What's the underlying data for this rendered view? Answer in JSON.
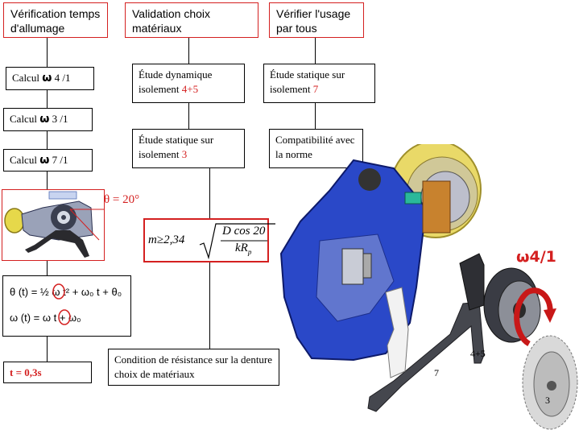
{
  "headers": {
    "col1": "Vérification temps d'allumage",
    "col2": "Validation choix matériaux",
    "col3": "Vérifier l'usage par tous"
  },
  "col1": {
    "calc1_prefix": "Calcul",
    "calc1_symbol": "ω",
    "calc1_suffix": "4 /1",
    "calc2_prefix": "Calcul",
    "calc2_symbol": "ω",
    "calc2_suffix": "3 /1",
    "calc3_prefix": "Calcul",
    "calc3_symbol": "ω",
    "calc3_suffix": "7 /1",
    "theta_label": "θ = 20°",
    "eq1": "θ (t) = ½ ω t² + ω₀ t + θ₀",
    "eq2": "ω (t) = ω t + ω₀",
    "result": "t = 0,3s"
  },
  "col2": {
    "dyn_line1": "Étude dynamique",
    "dyn_line2_prefix": "isolement",
    "dyn_line2_num": "4+5",
    "stat_line1": "Étude statique sur",
    "stat_line2_prefix": "isolement",
    "stat_line2_num": "3",
    "formula_left": "m≥2,34",
    "formula_num": "D cos 20",
    "formula_den": "kR",
    "formula_sub": "p",
    "condition": "Condition de résistance sur la denture choix de matériaux"
  },
  "col3": {
    "stat_line1": "Étude statique sur",
    "stat_line2_prefix": "isolement",
    "stat_line2_num": "7",
    "compat": "Compatibilité avec la norme"
  },
  "image": {
    "omega_label": "ω4/1",
    "part_45": "4+5",
    "part_7": "7",
    "part_3": "3"
  },
  "colors": {
    "accent_red": "#d42020",
    "blue_body": "#2a48c8",
    "yellow_lens": "#e8d860"
  }
}
